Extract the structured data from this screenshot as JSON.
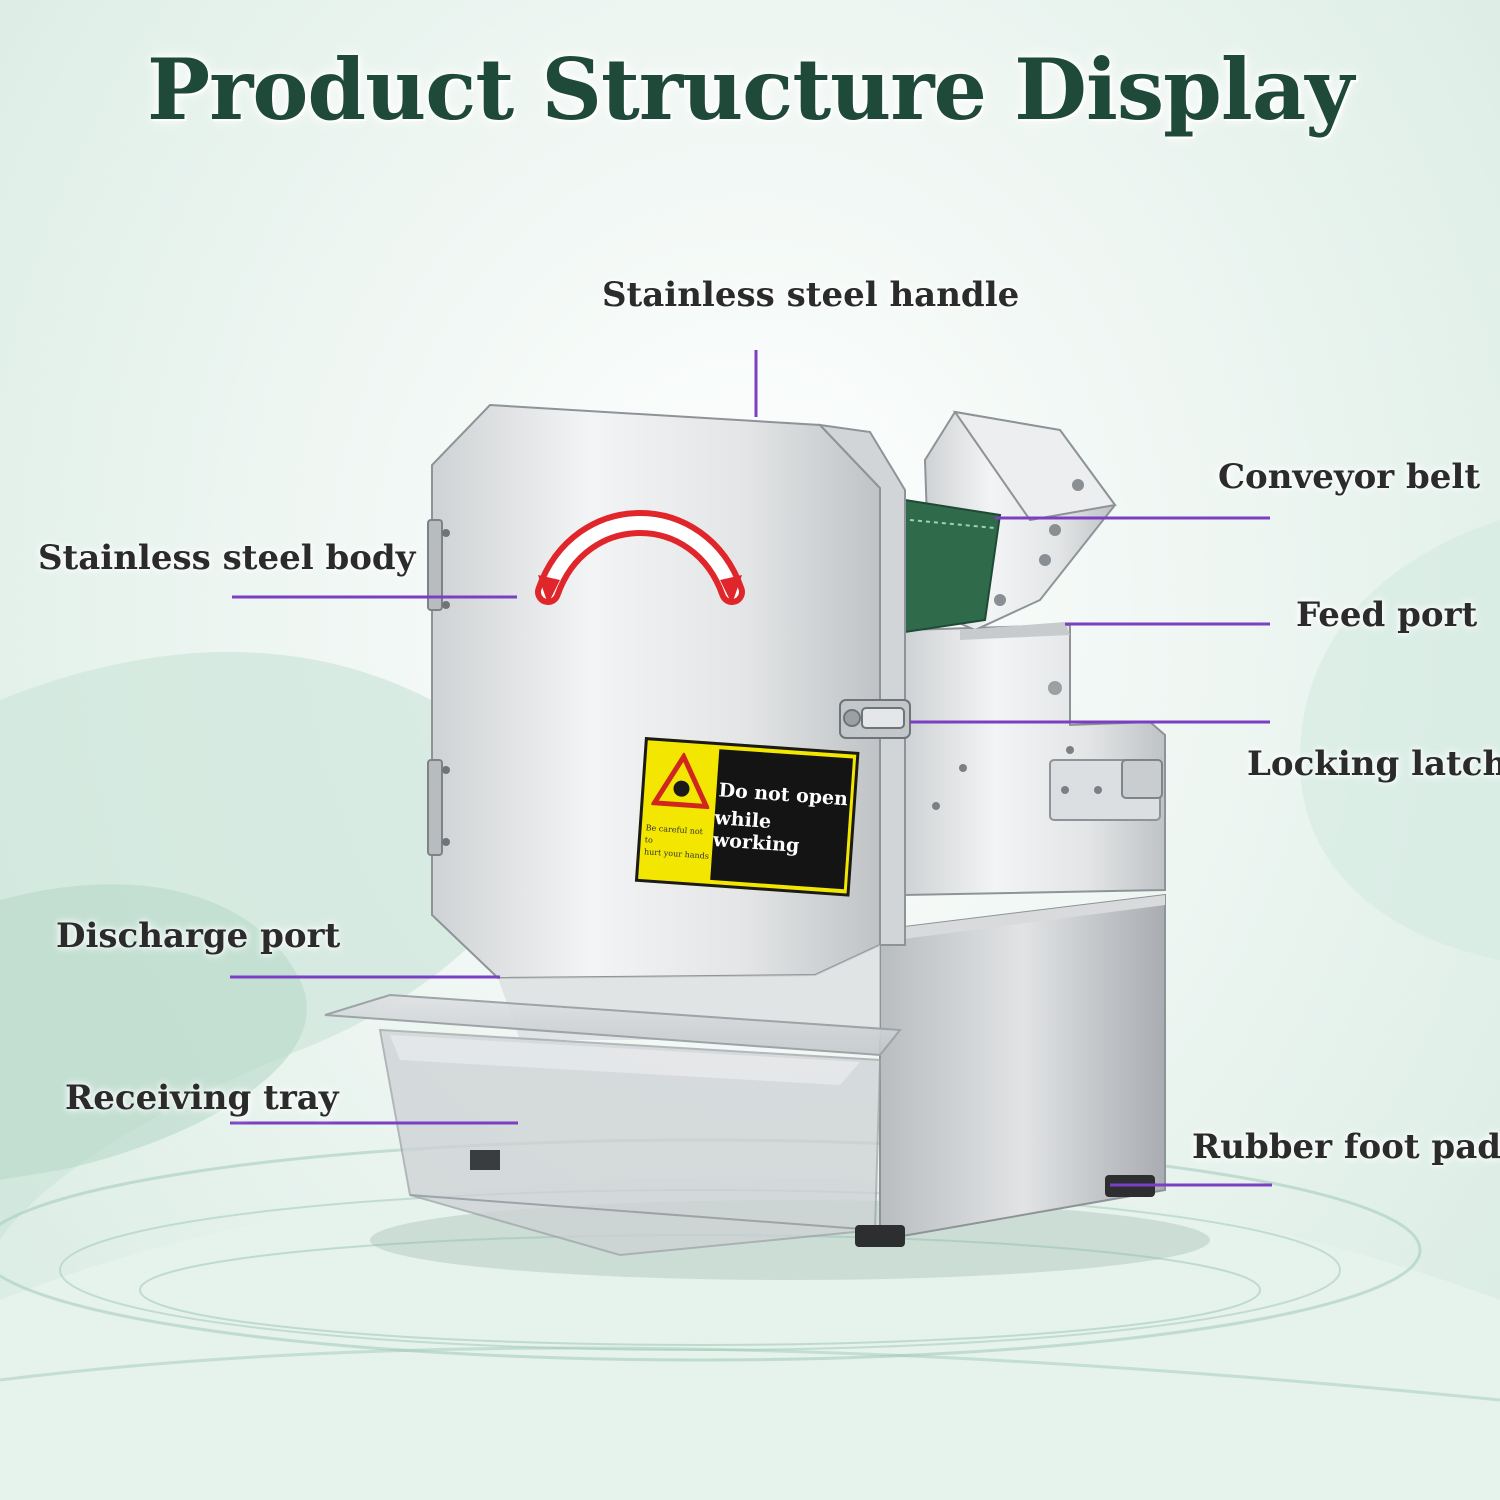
{
  "title": "Product Structure Display",
  "labels": {
    "handle": "Stainless steel handle",
    "body": "Stainless steel body",
    "conveyor": "Conveyor belt",
    "feed": "Feed port",
    "latch": "Locking latch",
    "discharge": "Discharge port",
    "tray": "Receiving tray",
    "feet": "Rubber foot pads"
  },
  "warning_sticker": {
    "main_line1": "Do not open",
    "main_line2": "while working",
    "small_line1": "Be careful not to",
    "small_line2": "hurt your hands"
  },
  "colors": {
    "title": "#1f4a3a",
    "leader_line": "#7b3fc4",
    "sticker_yellow": "#f3e600",
    "arrow_red": "#e0262a"
  }
}
